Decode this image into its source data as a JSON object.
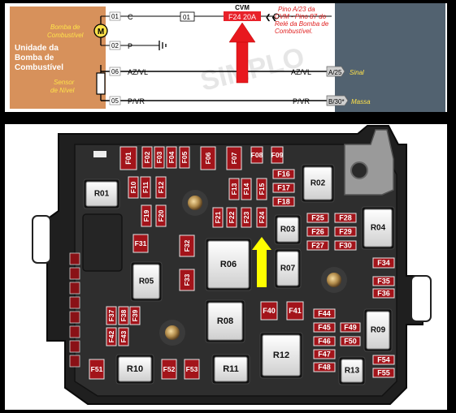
{
  "schematic": {
    "unit_title": [
      "Unidade da",
      "Bomba de",
      "Combustível"
    ],
    "pump_label": [
      "Bomba de",
      "Combustível"
    ],
    "pump_symbol": "M",
    "sensor_label": [
      "Sensor",
      "de Nível"
    ],
    "pins": [
      {
        "num": "01",
        "wire": "C"
      },
      {
        "num": "02",
        "wire": "P"
      },
      {
        "num": "06",
        "wire": "AZ/VL"
      },
      {
        "num": "05",
        "wire": "P/VR"
      }
    ],
    "connector_01": "01",
    "cvm_label": "CVM",
    "fuse_label": "F24 20A",
    "note": [
      "Pino A/23 da",
      "CVM - Pino 87 do",
      "Relé da Bomba de",
      "Combustível."
    ],
    "right_wires": [
      {
        "wire": "AZ/VL",
        "pin": "A/25",
        "signal": "Sinal"
      },
      {
        "wire": "P/VR",
        "pin": "B/30*",
        "signal": "Massa"
      }
    ],
    "watermark": "SIMPLO",
    "colors": {
      "unit": "#d7915b",
      "label_yellow": "#ffe24a",
      "fuse_red": "#e8212a",
      "arrow_red": "#e8181e",
      "note_red": "#e02020",
      "side_panel": "#526270"
    }
  },
  "fuse_box": {
    "fuses": [
      "F01",
      "F02",
      "F03",
      "F04",
      "F05",
      "F06",
      "F07",
      "F08",
      "F09",
      "F10",
      "F11",
      "F12",
      "F13",
      "F14",
      "F15",
      "F16",
      "F17",
      "F18",
      "F19",
      "F20",
      "F21",
      "F22",
      "F23",
      "F24",
      "F25",
      "F26",
      "F27",
      "F28",
      "F29",
      "F30",
      "F31",
      "F32",
      "F33",
      "F34",
      "F35",
      "F36",
      "F37",
      "F38",
      "F39",
      "F40",
      "F41",
      "F42",
      "F43",
      "F44",
      "F45",
      "F46",
      "F47",
      "F48",
      "F49",
      "F50",
      "F51",
      "F52",
      "F53",
      "F54",
      "F55"
    ],
    "relays": [
      "R01",
      "R02",
      "R03",
      "R04",
      "R05",
      "R06",
      "R07",
      "R08",
      "R09",
      "R10",
      "R11",
      "R12",
      "R13"
    ],
    "colors": {
      "fuse": "#a3141a",
      "highlight_arrow": "#ffff00",
      "housing": "#1f1f1f"
    }
  }
}
